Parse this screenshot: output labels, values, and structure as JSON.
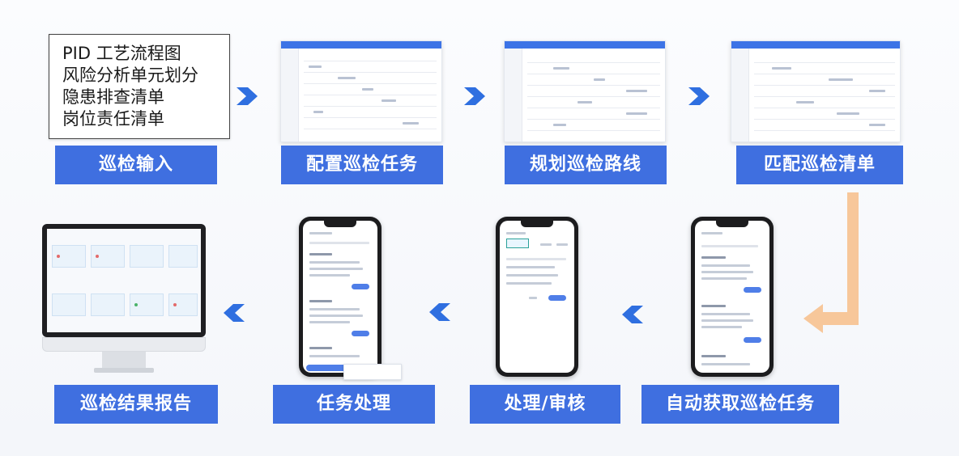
{
  "input_items": [
    "PID 工艺流程图",
    "风险分析单元划分",
    "隐患排查清单",
    "岗位责任清单"
  ],
  "steps_top": [
    "巡检输入",
    "配置巡检任务",
    "规划巡检路线",
    "匹配巡检清单"
  ],
  "steps_bottom": [
    "自动获取巡检任务",
    "处理/审核",
    "任务处理",
    "巡检结果报告"
  ],
  "colors": {
    "label_bg": "#3f6fe0",
    "arrow_blue": "#2f6fe0",
    "arrow_orange": "#f7c79a",
    "screen_header": "#3c73e6"
  },
  "icons": {
    "flow_arrow": "chevron-right-icon",
    "return_arrow": "chevron-left-icon",
    "turn_arrow": "elbow-arrow-icon"
  }
}
